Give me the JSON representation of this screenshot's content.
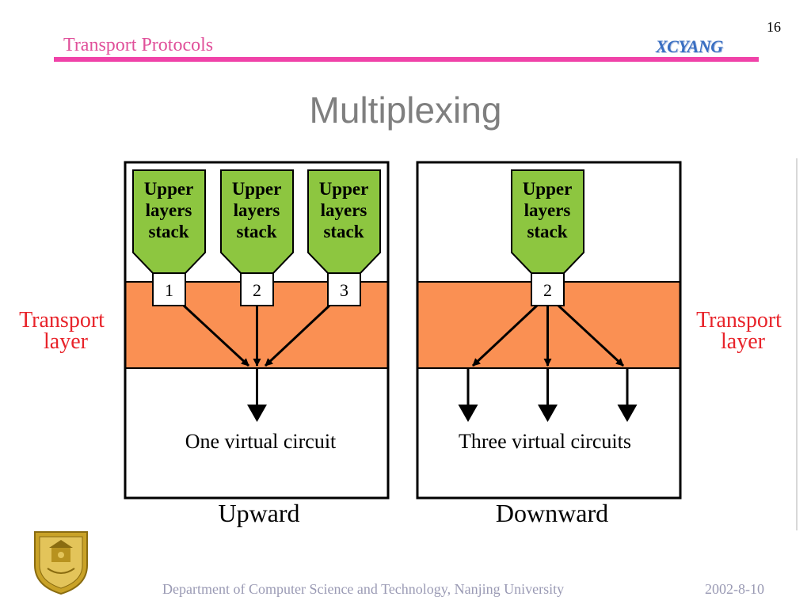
{
  "slide": {
    "page_number": "16",
    "header_title": "Transport Protocols",
    "header_brand": "XCYANG",
    "title": "Multiplexing",
    "footer_department": "Department of Computer Science and Technology, Nanjing University",
    "footer_date": "2002-8-10"
  },
  "diagram": {
    "colors": {
      "stack_fill": "#8dc640",
      "band_fill": "#fa9053",
      "label_red": "#e8232a"
    },
    "side_label_left": [
      "Transport",
      "layer"
    ],
    "side_label_right": [
      "Transport",
      "layer"
    ],
    "upward": {
      "caption": "Upward",
      "circuit_label": "One virtual circuit",
      "stacks": [
        {
          "lines": [
            "Upper",
            "layers",
            "stack"
          ],
          "port": "1"
        },
        {
          "lines": [
            "Upper",
            "layers",
            "stack"
          ],
          "port": "2"
        },
        {
          "lines": [
            "Upper",
            "layers",
            "stack"
          ],
          "port": "3"
        }
      ]
    },
    "downward": {
      "caption": "Downward",
      "circuit_label": "Three virtual circuits",
      "stacks": [
        {
          "lines": [
            "Upper",
            "layers",
            "stack"
          ],
          "port": "2"
        }
      ]
    }
  }
}
